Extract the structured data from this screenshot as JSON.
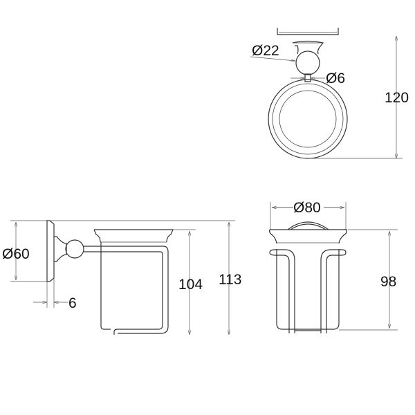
{
  "dimensions": {
    "ball_diameter": "Ø22",
    "stem_diameter": "Ø6",
    "projection_top": "120",
    "plate_diameter": "Ø60",
    "plate_thickness": "6",
    "cup_height": "104",
    "overall_height": "113",
    "cup_diameter": "Ø80",
    "cup_height_front": "98"
  },
  "colors": {
    "line": "#333333",
    "background": "#ffffff"
  }
}
